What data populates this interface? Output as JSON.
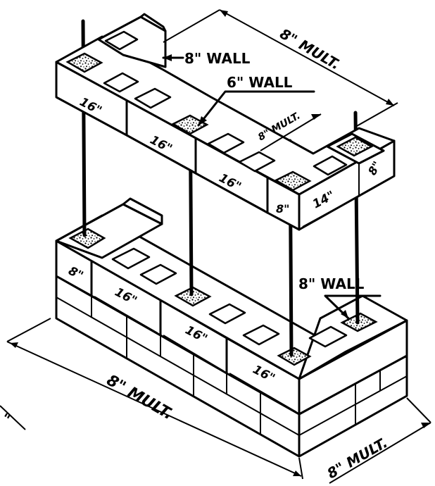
{
  "labels": {
    "wall_8_top": "8\" WALL",
    "wall_6": "6\" WALL",
    "wall_8_right": "8\" WALL",
    "mult_top": "8\" MULT.",
    "mult_mid": "8\" MULT.",
    "mult_bottom_long": "8\" MULT.",
    "mult_bottom_right": "8\" MULT.",
    "mult_bottom_left_partial": "\""
  },
  "top_course_dims": [
    "16\"",
    "16\"",
    "16\"",
    "8\"",
    "14\"",
    "8\""
  ],
  "bottom_course_dims": [
    "8\"",
    "16\"",
    "16\"",
    "16\""
  ]
}
